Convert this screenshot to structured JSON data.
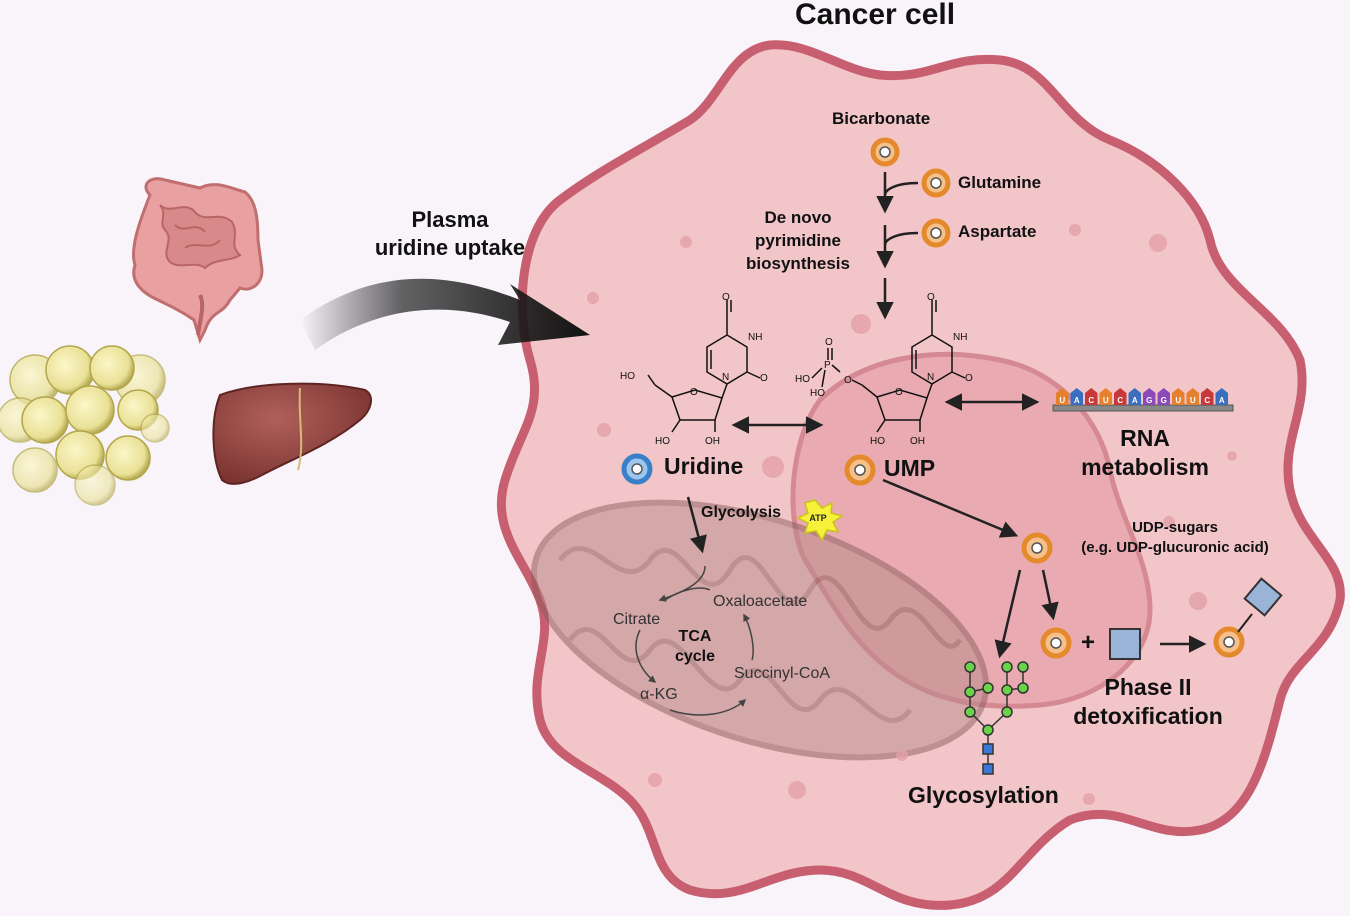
{
  "title": "Cancer cell",
  "uptake_label_line1": "Plasma",
  "uptake_label_line2": "uridine uptake",
  "de_novo": {
    "line1": "De novo",
    "line2": "pyrimidine",
    "line3": "biosynthesis"
  },
  "precursors": {
    "bicarbonate": "Bicarbonate",
    "glutamine": "Glutamine",
    "aspartate": "Aspartate"
  },
  "uridine_label": "Uridine",
  "ump_label": "UMP",
  "rna": {
    "line1": "RNA",
    "line2": "metabolism",
    "sequence": [
      "U",
      "A",
      "C",
      "U",
      "C",
      "A",
      "G",
      "G",
      "U",
      "U",
      "C",
      "A"
    ]
  },
  "glycolysis_label": "Glycolysis",
  "atp_label": "ATP",
  "udp_sugars": {
    "line1": "UDP-sugars",
    "line2": "(e.g. UDP-glucuronic acid)"
  },
  "phase2": {
    "line1": "Phase II",
    "line2": "detoxification",
    "plus": "+"
  },
  "glycosylation_label": "Glycosylation",
  "tca": {
    "line1": "TCA",
    "line2": "cycle",
    "citrate": "Citrate",
    "oxaloacetate": "Oxaloacetate",
    "akg": "α-KG",
    "succinyl": "Succinyl-CoA"
  },
  "chem": {
    "O": "O",
    "NH": "NH",
    "N": "N",
    "HO": "HO",
    "OH": "OH",
    "P": "P"
  },
  "colors": {
    "cell_fill": "#f2c5c8",
    "cell_border": "#c85f70",
    "nucleus": "#e8a0a8",
    "mito": "#b88a8a",
    "orange": "#e58a2c",
    "blue": "#3a80c8",
    "accent_arrow": "#222222"
  }
}
